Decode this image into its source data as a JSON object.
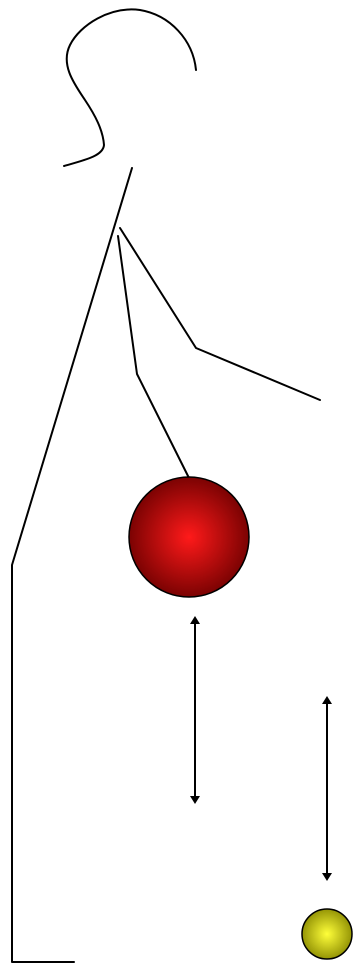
{
  "colors": {
    "line": "#000000",
    "background": "#ffffff",
    "large_ball_highlight": "#ff1a1a",
    "large_ball_shadow": "#6e0000",
    "small_ball_highlight": "#ffff3a",
    "small_ball_shadow": "#8a8a00"
  },
  "elements": {
    "figure": "stick-figure",
    "large_ball": "red-ball",
    "small_ball": "yellow-ball",
    "arrows": [
      "double-arrow-vertical",
      "double-arrow-vertical"
    ]
  }
}
